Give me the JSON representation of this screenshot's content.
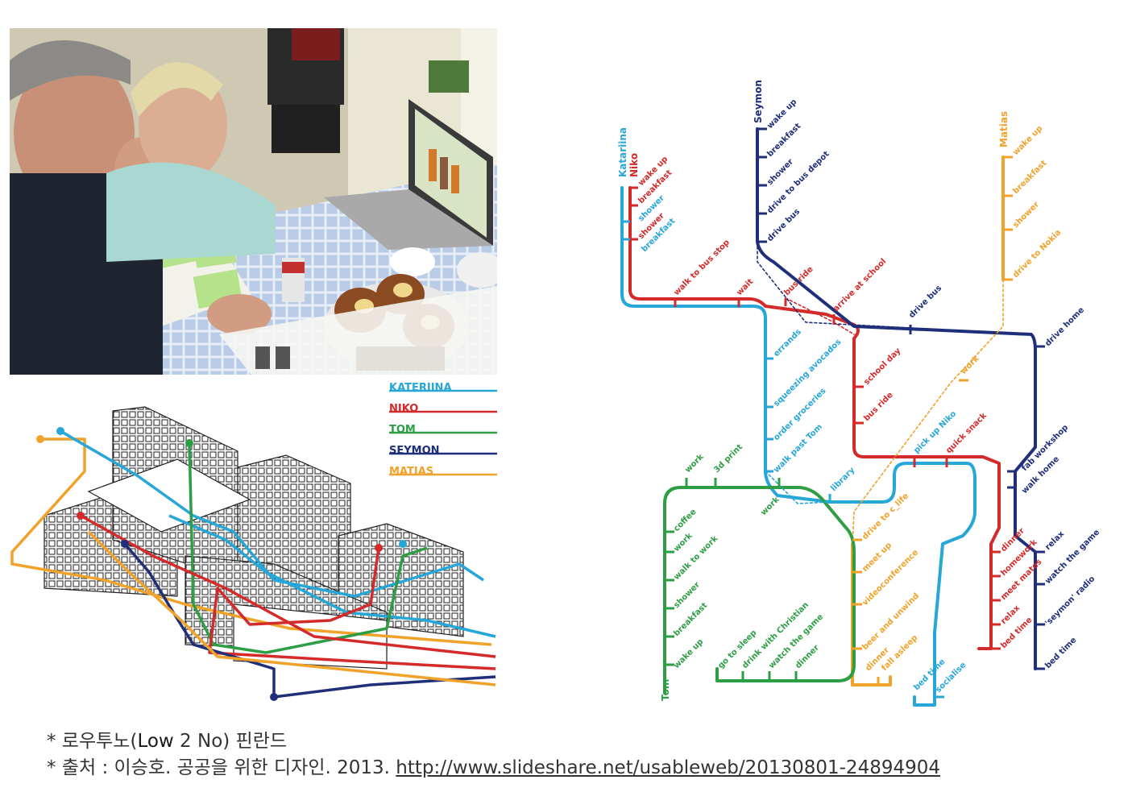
{
  "legend": {
    "items": [
      {
        "label": "KATERIINA",
        "color": "#27a6d8"
      },
      {
        "label": "NIKO",
        "color": "#d42a2a"
      },
      {
        "label": "TOM",
        "color": "#2e9e45"
      },
      {
        "label": "SEYMON",
        "color": "#1f2f7a"
      },
      {
        "label": "MATIAS",
        "color": "#f0a22a"
      }
    ]
  },
  "transit_map": {
    "lines": {
      "katariina": {
        "label": "Katariina",
        "color": "#27a6d8"
      },
      "niko": {
        "label": "Niko",
        "color": "#d42a2a"
      },
      "seymon": {
        "label": "Seymon",
        "color": "#1f2f7a"
      },
      "matias": {
        "label": "Matias",
        "color": "#f0a22a"
      },
      "tom": {
        "label": "Tom",
        "color": "#2e9e45"
      }
    },
    "stops": {
      "niko_wake_up": "wake up",
      "niko_breakfast": "breakfast",
      "kat_shower": "shower",
      "kat_breakfast": "breakfast",
      "niko_shower": "shower",
      "walk_to_bus_stop": "walk to bus stop",
      "wait": "wait",
      "bus_ride_1": "bus ride",
      "arrive_at_school": "arrive at school",
      "sey_wake_up": "wake up",
      "sey_breakfast": "breakfast",
      "sey_shower": "shower",
      "drive_to_bus_depot": "drive to bus depot",
      "drive_bus_1": "drive bus",
      "drive_bus_2": "drive bus",
      "drive_home": "drive home",
      "mat_wake_up": "wake up",
      "mat_breakfast": "breakfast",
      "mat_shower": "shower",
      "drive_to_nokia": "drive to Nokia",
      "errands": "errands",
      "squeezing_avocados": "squeezing avocados",
      "order_groceries": "order groceries",
      "walk_past_tom": "walk past Tom",
      "library": "library",
      "school_day": "school day",
      "bus_ride_2": "bus ride",
      "pick_up_niko": "pick up Niko",
      "quick_snack": "quick snack",
      "mat_work": "work",
      "fab_workshop": "fab workshop",
      "walk_home": "walk home",
      "dinner_red": "dinner",
      "homework": "homework",
      "meet_mates": "meet mates",
      "relax_red": "relax",
      "bed_time_red": "bed time",
      "sey_relax": "relax",
      "watch_the_game": "watch the game",
      "seymon_radio": "'seymon' radio",
      "sey_bed_time": "bed time",
      "drive_to_c_life": "drive to c_life",
      "meet_up": "meet up",
      "videoconference": "videoconference",
      "beer_and_unwind": "beer and unwind",
      "mat_dinner": "dinner",
      "fall_asleep": "fall asleep",
      "kat_bed_time": "bed time",
      "socialise": "socialise",
      "tom_work_1": "work",
      "print_3d": "3d print",
      "tom_work_2": "work",
      "coffee": "coffee",
      "tom_work_3": "work",
      "walk_to_work": "walk to work",
      "tom_shower": "shower",
      "tom_breakfast": "breakfast",
      "tom_wake_up": "wake up",
      "go_to_sleep": "go to sleep",
      "drink_with_christian": "drink with Christian",
      "tom_watch_the_game": "watch the game",
      "tom_dinner": "dinner"
    }
  },
  "caption": {
    "line1_prefix": "* 로우투노(",
    "line1_strong": "Low",
    "line1_rest": " 2 No) 핀란드",
    "line2_prefix": "* 출처 : 이승호. 공공을 위한 디자인. 2013. ",
    "line2_link": "http://www.slideshare.net/usableweb/20130801-24894904"
  }
}
